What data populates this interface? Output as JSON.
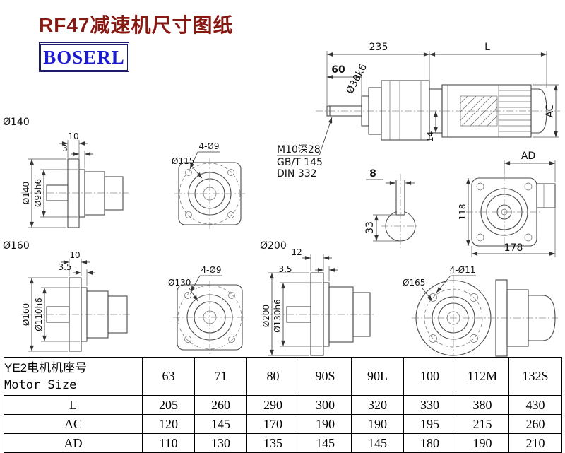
{
  "page": {
    "title": "RF47减速机尺寸图纸",
    "logo": "BOSERL"
  },
  "views": {
    "main": {
      "d235": "235",
      "dL": "L",
      "d60": "60",
      "shaft": "Ø30k6",
      "ac": "AC",
      "d14": "14",
      "note1": "M10深28",
      "note2": "GB/T 145",
      "note3": "DIN 332"
    },
    "key": {
      "d8": "8",
      "d33": "33"
    },
    "rear": {
      "ad": "AD",
      "d118": "118",
      "d178": "178"
    },
    "f140": {
      "label": "Ø140",
      "d10": "10",
      "d3": "3",
      "dia": "Ø140",
      "spigot": "Ø95h6"
    },
    "sq115": {
      "holes": "4-Ø9",
      "bolt_circle": "Ø115"
    },
    "f160": {
      "label": "Ø160",
      "d10": "10",
      "d35": "3.5",
      "dia": "Ø160",
      "spigot": "Ø110h6"
    },
    "sq130": {
      "holes": "4-Ø9",
      "bolt_circle": "Ø130"
    },
    "f200": {
      "label": "Ø200",
      "d12": "12",
      "d35": "3.5",
      "dia": "Ø200",
      "spigot": "Ø130h6"
    },
    "r165": {
      "holes": "4-Ø11",
      "bolt_circle": "Ø165"
    }
  },
  "table": {
    "header": {
      "cn": "YE2电机机座号",
      "en": "Motor Size",
      "sizes": [
        "63",
        "71",
        "80",
        "90S",
        "90L",
        "100",
        "112M",
        "132S"
      ]
    },
    "rows": [
      {
        "label": "L",
        "values": [
          "205",
          "260",
          "290",
          "300",
          "320",
          "330",
          "380",
          "430"
        ]
      },
      {
        "label": "AC",
        "values": [
          "120",
          "145",
          "170",
          "190",
          "190",
          "195",
          "215",
          "260"
        ]
      },
      {
        "label": "AD",
        "values": [
          "110",
          "130",
          "135",
          "145",
          "145",
          "180",
          "190",
          "210"
        ]
      }
    ]
  }
}
